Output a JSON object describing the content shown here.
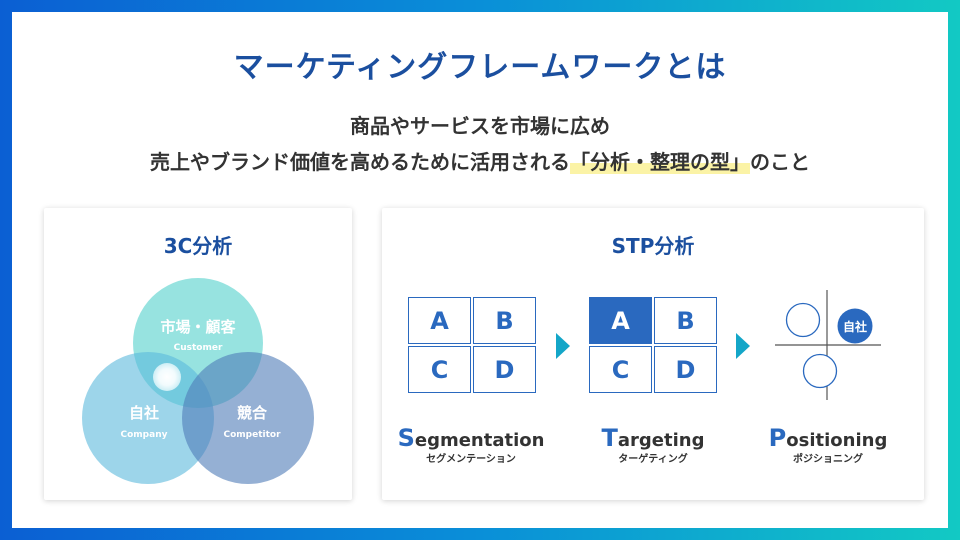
{
  "title": "マーケティングフレームワークとは",
  "subtitle": {
    "line1": "商品やサービスを市場に広め",
    "line2_pre": "売上やブランド価値を高めるために活用される",
    "line2_hl": "「分析・整理の型」",
    "line2_post": "のこと"
  },
  "three_c": {
    "title": "3C分析",
    "customer": {
      "jp": "市場・顧客",
      "en": "Customer"
    },
    "company": {
      "jp": "自社",
      "en": "Company"
    },
    "competitor": {
      "jp": "競合",
      "en": "Competitor"
    }
  },
  "stp": {
    "title": "STP分析",
    "cells": [
      "A",
      "B",
      "C",
      "D"
    ],
    "segmentation": {
      "cap": "S",
      "rest": "egmentation",
      "jp": "セグメンテーション"
    },
    "targeting": {
      "cap": "T",
      "rest": "argeting",
      "jp": "ターゲティング"
    },
    "positioning": {
      "cap": "P",
      "rest": "ositioning",
      "jp": "ポジショニング",
      "self": "自社"
    }
  },
  "colors": {
    "accent": "#2a69bf",
    "title": "#1b4f9f"
  }
}
